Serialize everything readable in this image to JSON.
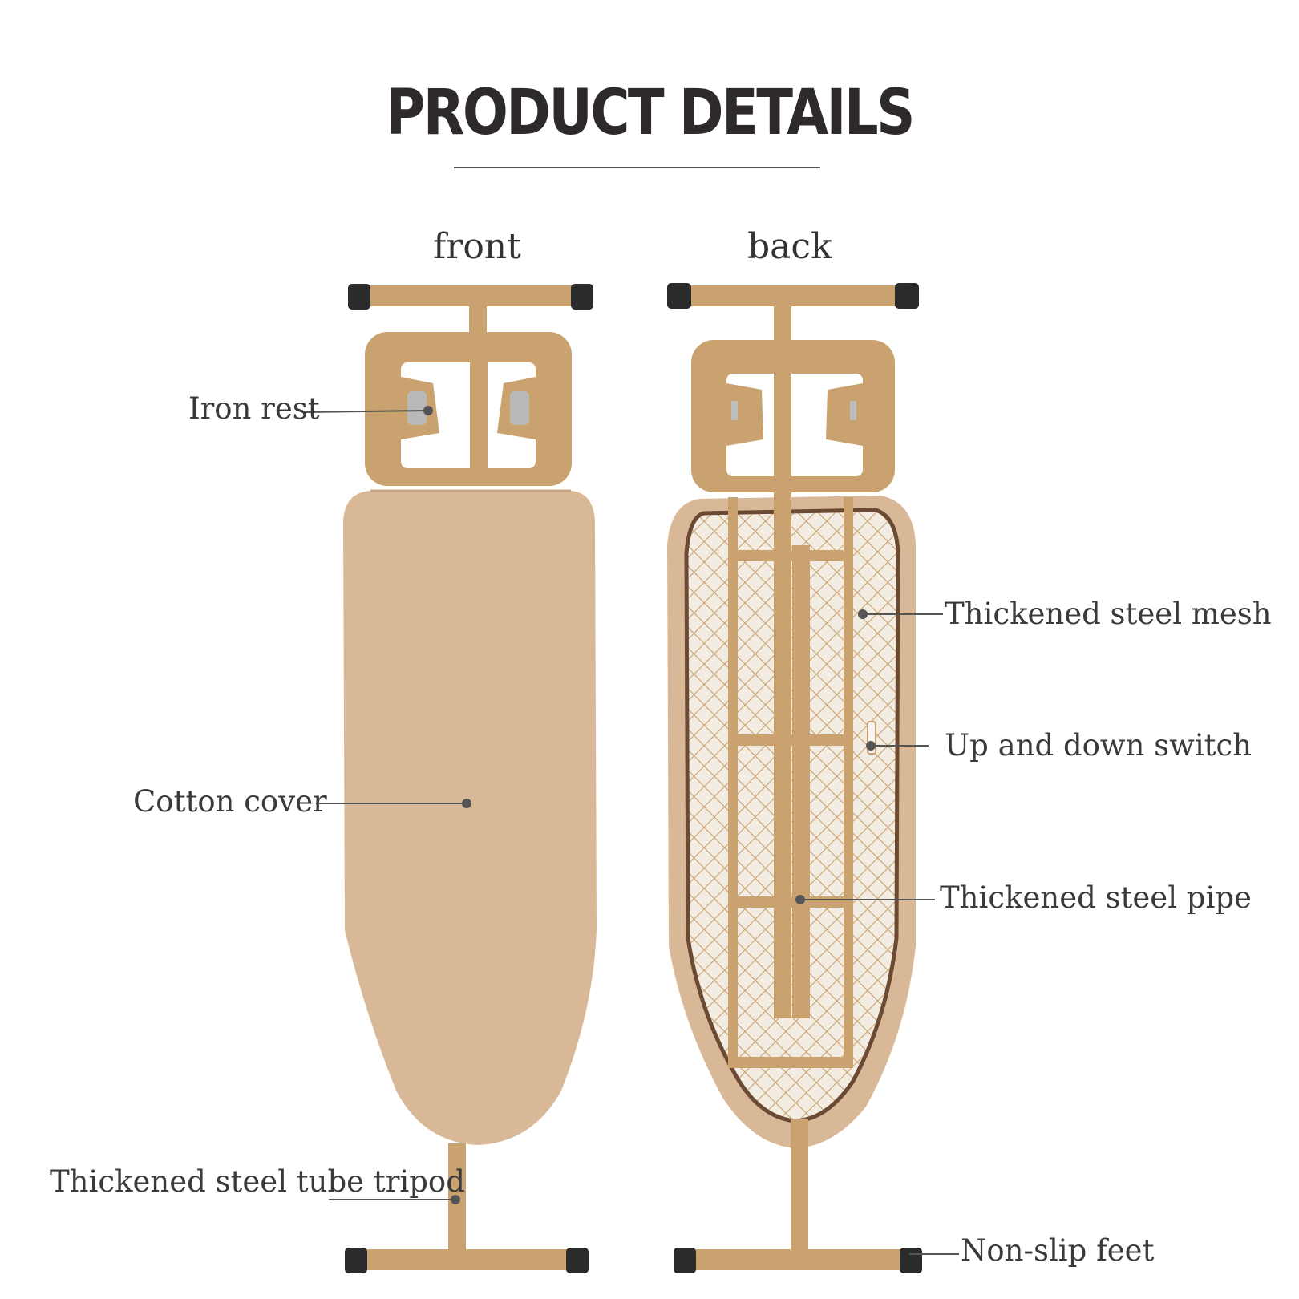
{
  "title": "PRODUCT DETAILS",
  "views": {
    "front": "front",
    "back": "back"
  },
  "callouts": {
    "iron_rest": "Iron rest",
    "cotton_cover": "Cotton cover",
    "tripod": "Thickened steel tube tripod",
    "mesh": "Thickened steel mesh",
    "switch": "Up and down switch",
    "pipe": "Thickened steel pipe",
    "feet": "Non-slip feet"
  },
  "colors": {
    "cover": "#d8b896",
    "frame": "#c9a26f",
    "foot": "#2b2b2b",
    "trim": "#6a4a32",
    "leader": "#555555"
  }
}
